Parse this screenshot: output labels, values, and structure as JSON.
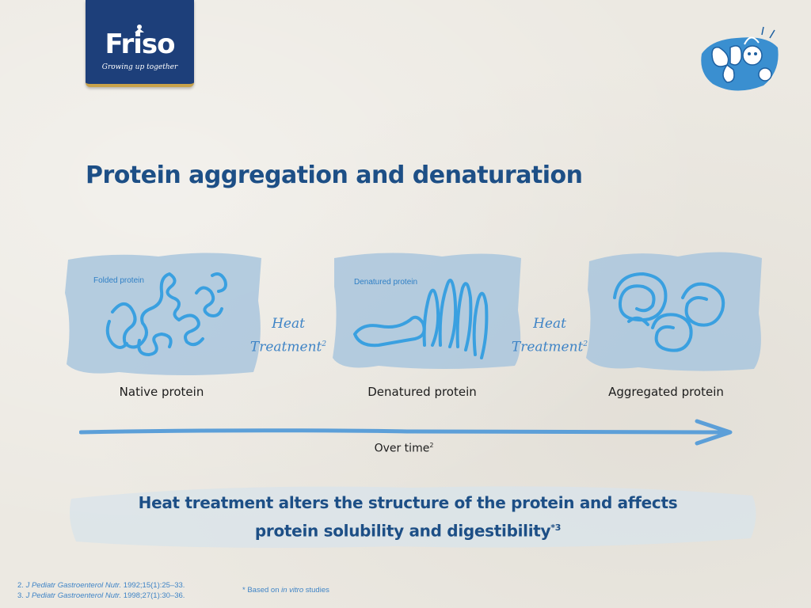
{
  "brand": {
    "name": "Friso",
    "tagline": "Growing up together",
    "colors": {
      "navy": "#1d3f7a",
      "gold": "#c8a24a",
      "title_blue": "#1d4f86",
      "light_blue": "#3f84c6",
      "brush_blue": "#a9c6dd"
    }
  },
  "title": "Protein aggregation and denaturation",
  "panels": [
    {
      "label": "Folded protein",
      "caption": "Native protein"
    },
    {
      "label": "Denatured protein",
      "caption": "Denatured protein"
    },
    {
      "label": "",
      "caption": "Aggregated protein"
    }
  ],
  "heat_steps": [
    {
      "line1": "Heat",
      "line2": "Treatment",
      "sup": "2"
    },
    {
      "line1": "Heat",
      "line2": "Treatment",
      "sup": "2"
    }
  ],
  "timeline": {
    "label": "Over time",
    "sup": "2"
  },
  "conclusion": {
    "line1": "Heat treatment alters the structure of the protein and affects",
    "line2": "protein solubility and digestibility",
    "sup": "*3"
  },
  "references": [
    {
      "num": "2.",
      "journal": "J Pediatr Gastroenterol Nutr.",
      "cite": "1992;15(1):25–33."
    },
    {
      "num": "3.",
      "journal": "J Pediatr Gastroenterol Nutr.",
      "cite": "1998;27(1):30–36."
    }
  ],
  "footnote": {
    "pre": "* Based on ",
    "italic": "in vitro",
    "post": " studies"
  },
  "icons": {
    "mascot": "butterfly-mascot-icon",
    "crest": "crest-icon"
  }
}
